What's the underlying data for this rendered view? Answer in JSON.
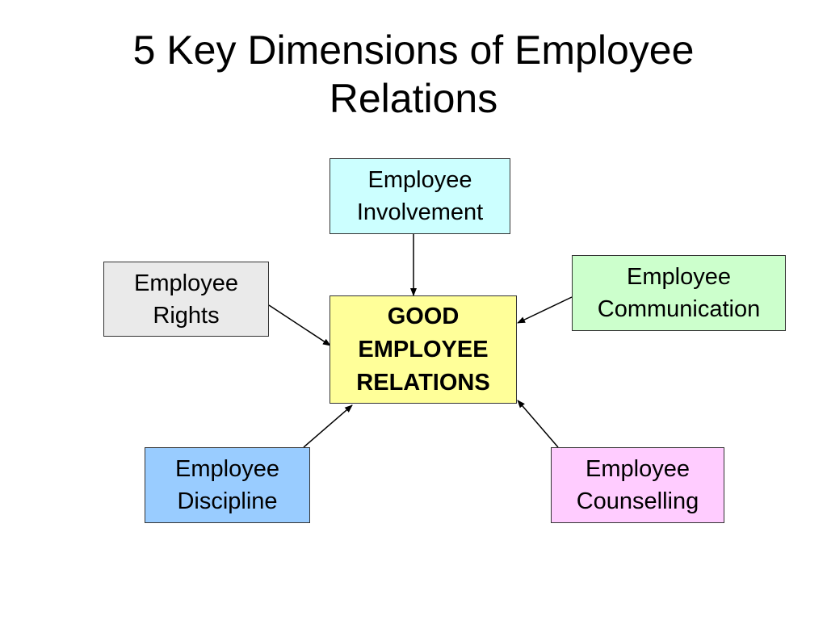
{
  "title": {
    "line1": "5 Key Dimensions of Employee",
    "line2": "Relations"
  },
  "center": {
    "line1": "GOOD",
    "line2": "EMPLOYEE",
    "line3": "RELATIONS",
    "color": "#FFFF99"
  },
  "dimensions": {
    "involvement": {
      "line1": "Employee",
      "line2": "Involvement",
      "color": "#CCFFFF"
    },
    "rights": {
      "line1": "Employee",
      "line2": "Rights",
      "color": "#EAEAEA"
    },
    "communication": {
      "line1": "Employee",
      "line2": "Communication",
      "color": "#CCFFCC"
    },
    "discipline": {
      "line1": "Employee",
      "line2": "Discipline",
      "color": "#99CCFF"
    },
    "counselling": {
      "line1": "Employee",
      "line2": "Counselling",
      "color": "#FFCCFF"
    }
  },
  "arrows": [
    {
      "from": "involvement",
      "to": "center"
    },
    {
      "from": "rights",
      "to": "center"
    },
    {
      "from": "communication",
      "to": "center"
    },
    {
      "from": "discipline",
      "to": "center"
    },
    {
      "from": "counselling",
      "to": "center"
    }
  ]
}
